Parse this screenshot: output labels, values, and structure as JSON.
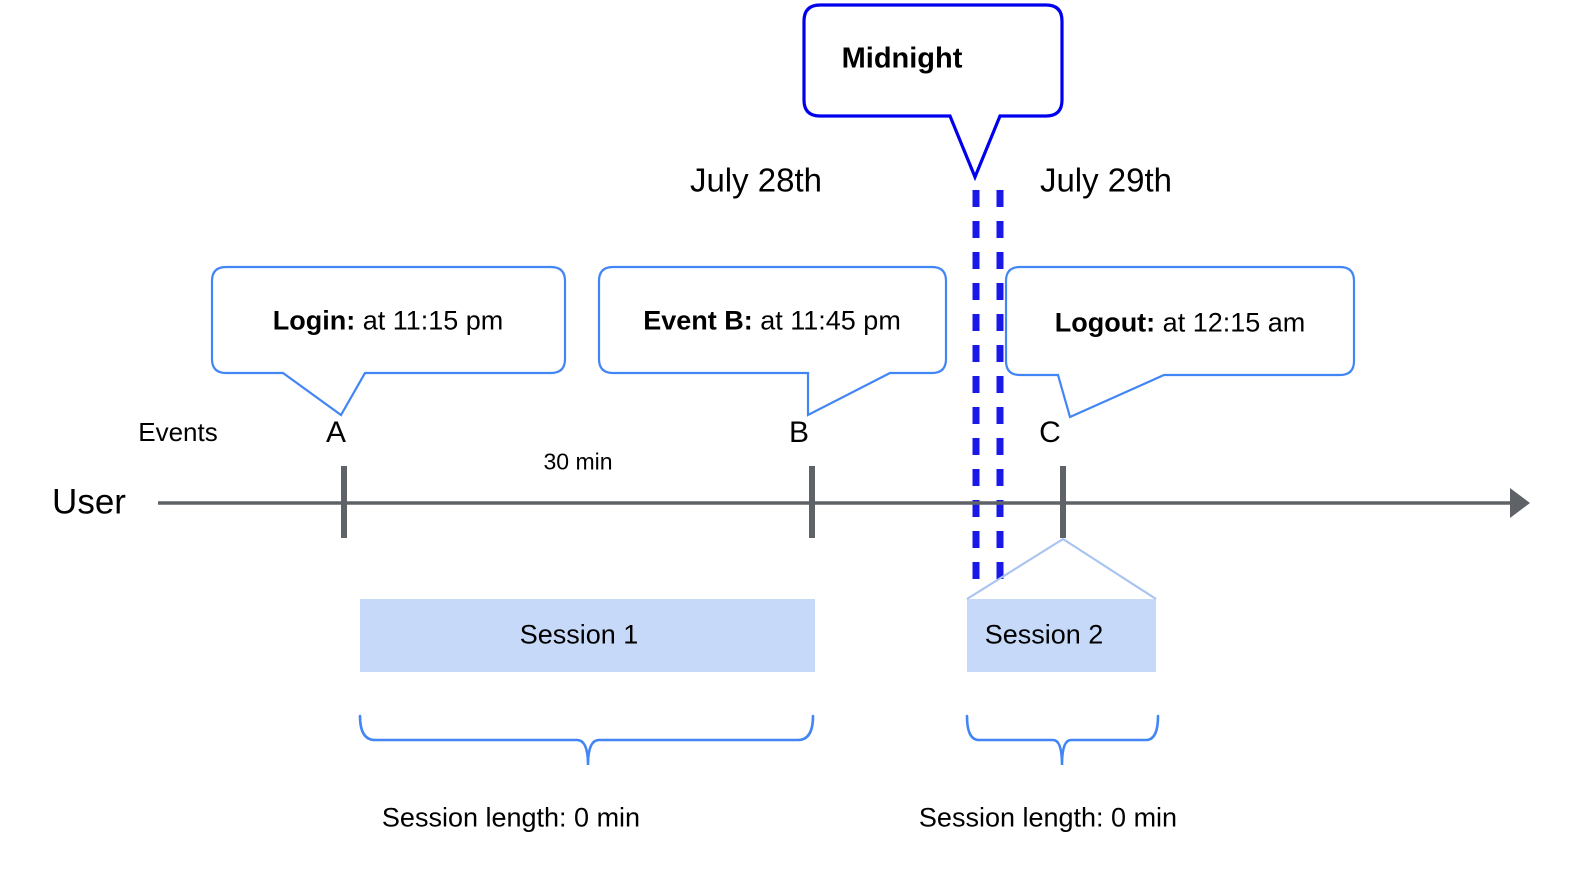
{
  "diagram": {
    "title_callout": {
      "label": "Midnight",
      "border_color": "#0000ee",
      "text_color": "#000000"
    },
    "dates": [
      {
        "label": "July 28th"
      },
      {
        "label": "July 29th"
      }
    ],
    "axis": {
      "row_label": "User",
      "events_label": "Events",
      "line_color": "#5f6368",
      "tick_color": "#5f6368"
    },
    "events": [
      {
        "letter": "A",
        "callout": {
          "bold": "Login:",
          "rest": " at 11:15 pm"
        }
      },
      {
        "letter": "B",
        "callout": {
          "bold": "Event B:",
          "rest": " at 11:45 pm"
        }
      },
      {
        "letter": "C",
        "callout": {
          "bold": "Logout:",
          "rest": " at 12:15 am"
        }
      }
    ],
    "gap_label": "30 min",
    "sessions": [
      {
        "label": "Session 1",
        "length_label": "Session length: 0 min",
        "fill_color": "#c7d9f8"
      },
      {
        "label": "Session 2",
        "length_label": "Session length: 0 min",
        "fill_color": "#c7d9f8"
      }
    ],
    "colors": {
      "callout_border": "#4285f4",
      "midnight_border": "#0000ee",
      "session_fill": "#c7d9f8",
      "brace": "#4285f4",
      "axis": "#5f6368"
    }
  }
}
